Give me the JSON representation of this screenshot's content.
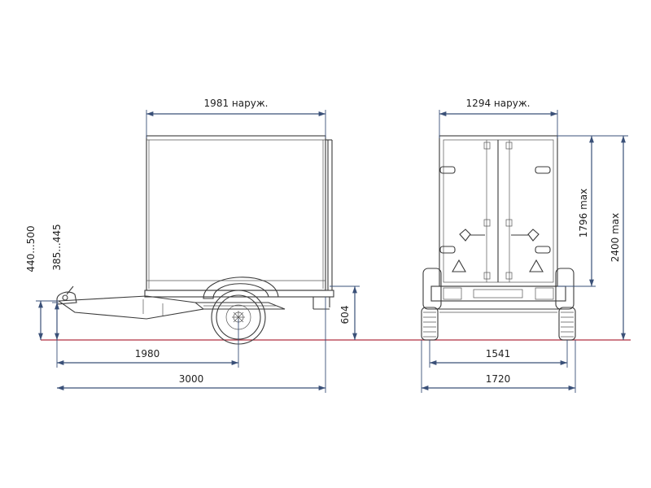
{
  "dimensions": {
    "side_width_outer": "1981 наруж.",
    "rear_width_outer": "1294 наруж.",
    "body_height": "1796 max",
    "total_height": "2400 max",
    "coupling_height_a": "440...500",
    "coupling_height_b": "385...445",
    "platform_height": "604",
    "coupling_to_axle": "1980",
    "total_length": "3000",
    "track_width": "1541",
    "total_width": "1720"
  },
  "colors": {
    "dimension": "#3a5078",
    "ground": "#b03040",
    "outline": "#3a3a3a"
  }
}
